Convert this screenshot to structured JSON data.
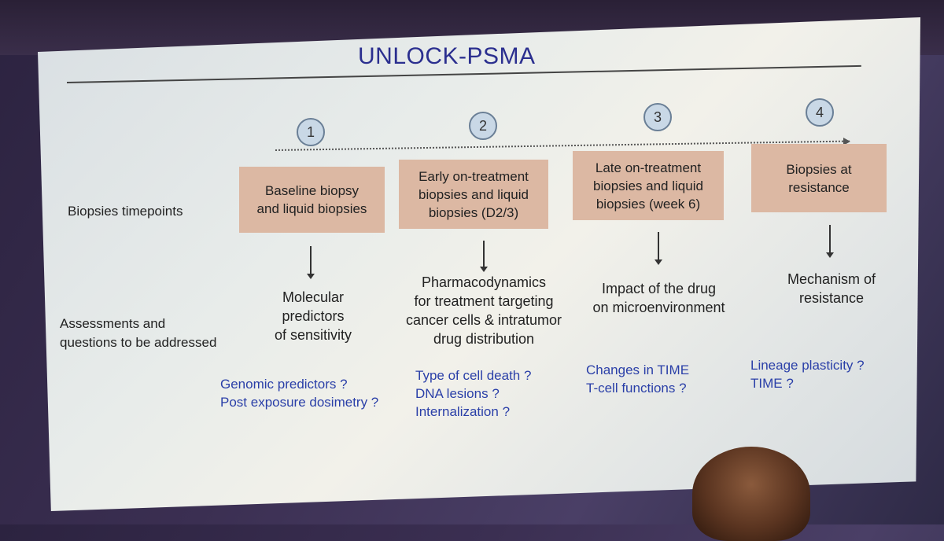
{
  "title": "UNLOCK-PSMA",
  "row_labels": {
    "timepoints": "Biopsies timepoints",
    "assessments": [
      "Assessments and",
      "questions to be addressed"
    ]
  },
  "steps": [
    {
      "number": "1",
      "box": [
        "Baseline biopsy",
        "and liquid biopsies"
      ],
      "assessment": [
        "Molecular",
        "predictors",
        "of sensitivity"
      ],
      "questions": [
        "Genomic predictors ?",
        "Post exposure dosimetry ?"
      ]
    },
    {
      "number": "2",
      "box": [
        "Early on-treatment",
        "biopsies and liquid",
        "biopsies (D2/3)"
      ],
      "assessment": [
        "Pharmacodynamics",
        "for treatment targeting",
        "cancer cells & intratumor",
        "drug distribution"
      ],
      "questions": [
        "Type of cell death ?",
        "DNA lesions ?",
        "Internalization ?"
      ]
    },
    {
      "number": "3",
      "box": [
        "Late on-treatment",
        "biopsies and liquid",
        "biopsies (week 6)"
      ],
      "assessment": [
        "Impact of the drug",
        "on microenvironment"
      ],
      "questions": [
        "Changes in TIME",
        "T-cell functions ?"
      ]
    },
    {
      "number": "4",
      "box": [
        "Biopsies at",
        "resistance"
      ],
      "assessment": [
        "Mechanism of",
        "resistance"
      ],
      "questions": [
        "Lineage plasticity ?",
        "TIME ?"
      ]
    }
  ],
  "colors": {
    "title": "#2b2f8f",
    "box_fill": "#dcb8a3",
    "question_text": "#2a3fa8",
    "circle_fill": "#c9d8e6"
  }
}
